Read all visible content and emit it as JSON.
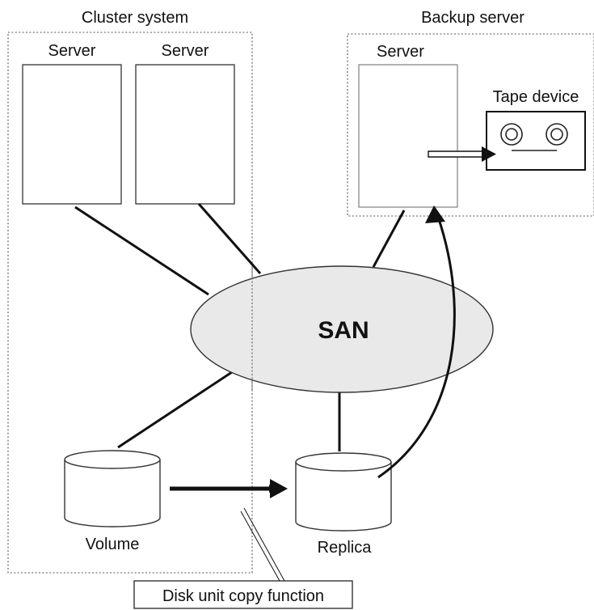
{
  "diagram": {
    "cluster_system": {
      "title": "Cluster system",
      "server_left_label": "Server",
      "server_right_label": "Server"
    },
    "backup_server": {
      "title": "Backup server",
      "server_label": "Server",
      "tape_label": "Tape device"
    },
    "san_label": "SAN",
    "volume_label": "Volume",
    "replica_label": "Replica",
    "copy_function_label": "Disk unit copy function"
  }
}
